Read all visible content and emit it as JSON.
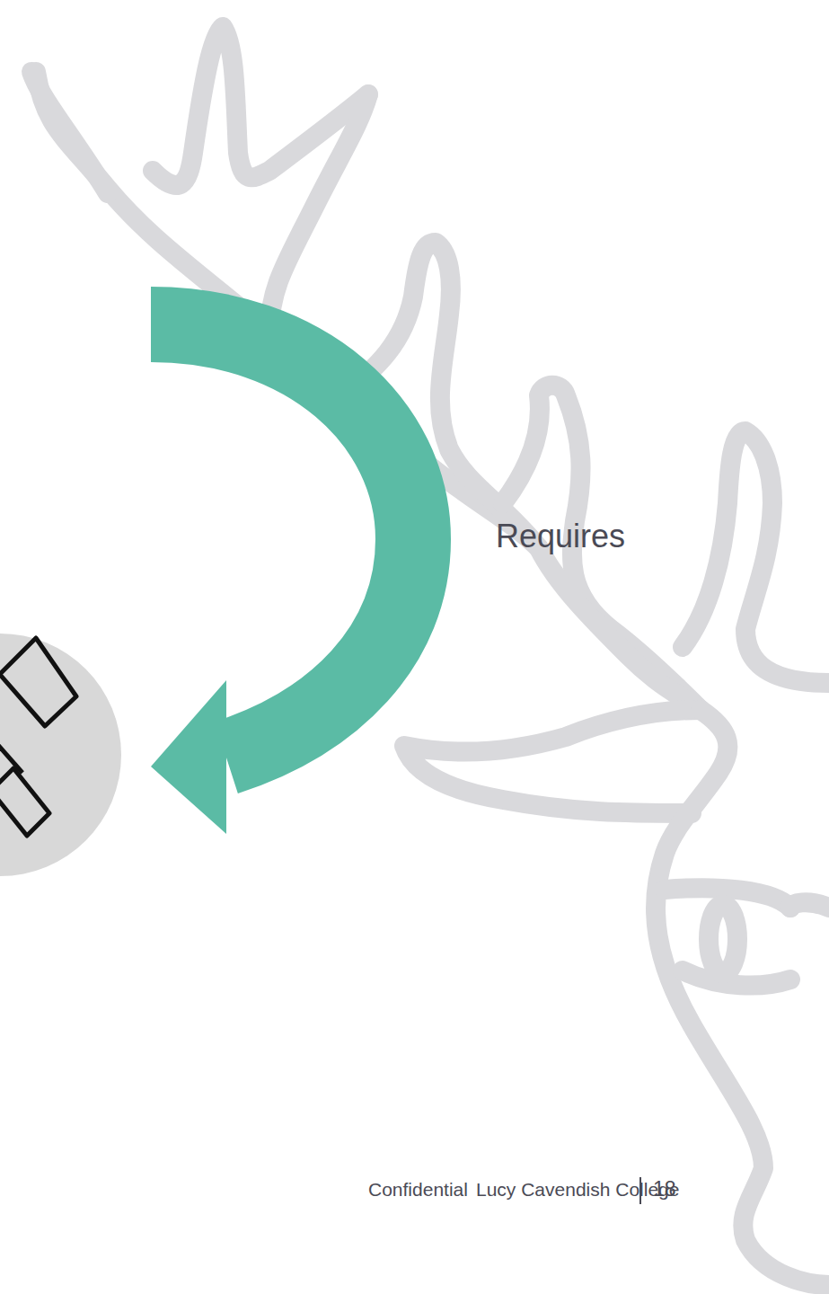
{
  "diagram": {
    "labels": [
      "Requires",
      "Confidential",
      "Lucy Cavendish College",
      "18"
    ]
  }
}
